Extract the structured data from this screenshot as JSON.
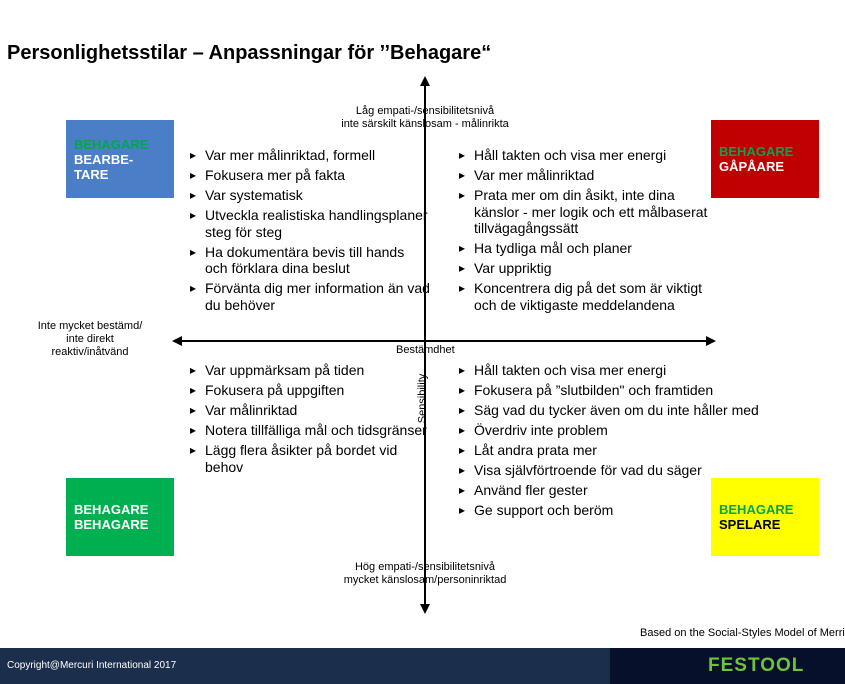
{
  "title": "Personlighetsstilar – Anpassningar för ’’Behagare“",
  "axis": {
    "top": [
      "Låg empati-/sensibilitetsnivå",
      "inte särskilt känslosam - målinrikta"
    ],
    "bottom": [
      "Hög empati-/sensibilitetsnivå",
      "mycket känslosam/personinriktad"
    ],
    "left": [
      "Inte mycket bestämd/",
      "inte direkt",
      "reaktiv/inåtvänd"
    ],
    "horizontal_label": "Bestämdhet",
    "vertical_label": "Sensibility"
  },
  "boxes": {
    "tl": {
      "line1": "BEHAGARE",
      "line2": "BEARBE-",
      "line3": "TARE",
      "color": "#4a7fc7"
    },
    "tr": {
      "line1": "BEHAGARE",
      "line2": "GÅPÅARE",
      "color": "#c00000"
    },
    "bl": {
      "line1": "BEHAGARE",
      "line2": "BEHAGARE",
      "color": "#00b050"
    },
    "br": {
      "line1": "BEHAGARE",
      "line2": "SPELARE",
      "color": "#ffff00"
    }
  },
  "lists": {
    "tl": [
      "Var mer målinriktad, formell",
      "Fokusera mer på fakta",
      "Var systematisk",
      "Utveckla realistiska handlingsplaner steg för steg",
      "Ha dokumentära bevis till hands och förklara dina beslut",
      "Förvänta dig mer information än vad du behöver"
    ],
    "tr": [
      "Håll takten och visa mer energi",
      "Var mer målinriktad",
      "Prata mer om din åsikt, inte dina känslor - mer logik och ett målbaserat tillvägagångssätt",
      "Ha tydliga mål och planer",
      "Var uppriktig",
      "Koncentrera dig på det som är viktigt och de viktigaste meddelandena"
    ],
    "bl": [
      "Var uppmärksam på tiden",
      "Fokusera på uppgiften",
      "Var målinriktad",
      "Notera tillfälliga mål och tidsgränser",
      "Lägg flera åsikter på bordet vid behov"
    ],
    "br": [
      "Håll takten och visa mer energi",
      "Fokusera på ”slutbilden\" och framtiden",
      "Säg vad du tycker även om du inte håller med",
      "Överdriv inte problem",
      "Låt andra prata mer",
      "Visa självförtroende för vad du säger",
      "Använd fler gester",
      "Ge support och beröm"
    ]
  },
  "source": "Based on the Social-Styles Model of Merrill & Reid",
  "footer": {
    "copyright": "Copyright@Mercuri International 2017",
    "logo": "FESTOOL"
  }
}
